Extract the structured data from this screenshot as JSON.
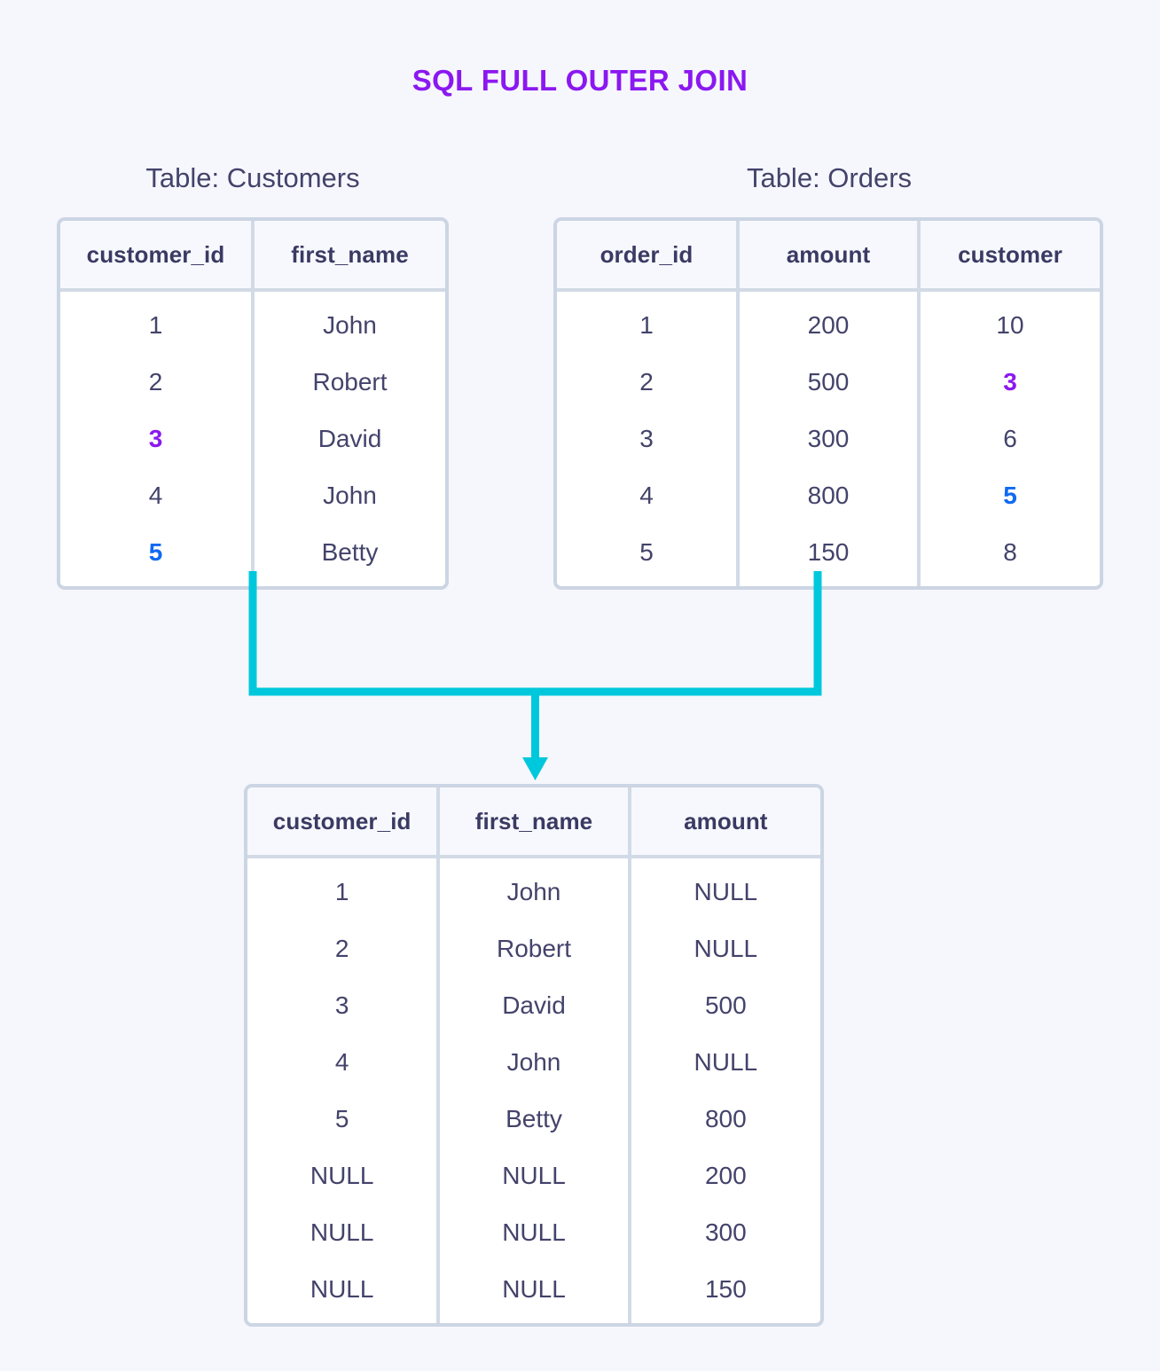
{
  "title": "SQL FULL OUTER JOIN",
  "colors": {
    "page_background": "#f6f7fd",
    "title_purple": "#8b18f0",
    "text_navy": "#43436b",
    "border_grey": "#ccd5e3",
    "connector_cyan": "#00c8dc",
    "highlight_purple": "#8b18f0",
    "highlight_blue": "#1069f2",
    "header_cell_background": "#f7f8fd"
  },
  "tables": {
    "customers": {
      "caption": "Table: Customers",
      "columns": [
        "customer_id",
        "first_name"
      ],
      "rows": [
        [
          {
            "text": "1",
            "highlight": "none"
          },
          {
            "text": "John",
            "highlight": "none"
          }
        ],
        [
          {
            "text": "2",
            "highlight": "none"
          },
          {
            "text": "Robert",
            "highlight": "none"
          }
        ],
        [
          {
            "text": "3",
            "highlight": "purple"
          },
          {
            "text": "David",
            "highlight": "none"
          }
        ],
        [
          {
            "text": "4",
            "highlight": "none"
          },
          {
            "text": "John",
            "highlight": "none"
          }
        ],
        [
          {
            "text": "5",
            "highlight": "blue"
          },
          {
            "text": "Betty",
            "highlight": "none"
          }
        ]
      ]
    },
    "orders": {
      "caption": "Table: Orders",
      "columns": [
        "order_id",
        "amount",
        "customer"
      ],
      "rows": [
        [
          {
            "text": "1",
            "highlight": "none"
          },
          {
            "text": "200",
            "highlight": "none"
          },
          {
            "text": "10",
            "highlight": "none"
          }
        ],
        [
          {
            "text": "2",
            "highlight": "none"
          },
          {
            "text": "500",
            "highlight": "none"
          },
          {
            "text": "3",
            "highlight": "purple"
          }
        ],
        [
          {
            "text": "3",
            "highlight": "none"
          },
          {
            "text": "300",
            "highlight": "none"
          },
          {
            "text": "6",
            "highlight": "none"
          }
        ],
        [
          {
            "text": "4",
            "highlight": "none"
          },
          {
            "text": "800",
            "highlight": "none"
          },
          {
            "text": "5",
            "highlight": "blue"
          }
        ],
        [
          {
            "text": "5",
            "highlight": "none"
          },
          {
            "text": "150",
            "highlight": "none"
          },
          {
            "text": "8",
            "highlight": "none"
          }
        ]
      ]
    },
    "result": {
      "caption": "",
      "columns": [
        "customer_id",
        "first_name",
        "amount"
      ],
      "rows": [
        [
          {
            "text": "1",
            "highlight": "none"
          },
          {
            "text": "John",
            "highlight": "none"
          },
          {
            "text": "NULL",
            "highlight": "none"
          }
        ],
        [
          {
            "text": "2",
            "highlight": "none"
          },
          {
            "text": "Robert",
            "highlight": "none"
          },
          {
            "text": "NULL",
            "highlight": "none"
          }
        ],
        [
          {
            "text": "3",
            "highlight": "none"
          },
          {
            "text": "David",
            "highlight": "none"
          },
          {
            "text": "500",
            "highlight": "none"
          }
        ],
        [
          {
            "text": "4",
            "highlight": "none"
          },
          {
            "text": "John",
            "highlight": "none"
          },
          {
            "text": "NULL",
            "highlight": "none"
          }
        ],
        [
          {
            "text": "5",
            "highlight": "none"
          },
          {
            "text": "Betty",
            "highlight": "none"
          },
          {
            "text": "800",
            "highlight": "none"
          }
        ],
        [
          {
            "text": "NULL",
            "highlight": "none"
          },
          {
            "text": "NULL",
            "highlight": "none"
          },
          {
            "text": "200",
            "highlight": "none"
          }
        ],
        [
          {
            "text": "NULL",
            "highlight": "none"
          },
          {
            "text": "NULL",
            "highlight": "none"
          },
          {
            "text": "300",
            "highlight": "none"
          }
        ],
        [
          {
            "text": "NULL",
            "highlight": "none"
          },
          {
            "text": "NULL",
            "highlight": "none"
          },
          {
            "text": "150",
            "highlight": "none"
          }
        ]
      ]
    }
  },
  "connector": {
    "name": "join-connector-arrow",
    "description": "Cyan bracket joining both source tables down into the result table with a downward arrowhead"
  }
}
